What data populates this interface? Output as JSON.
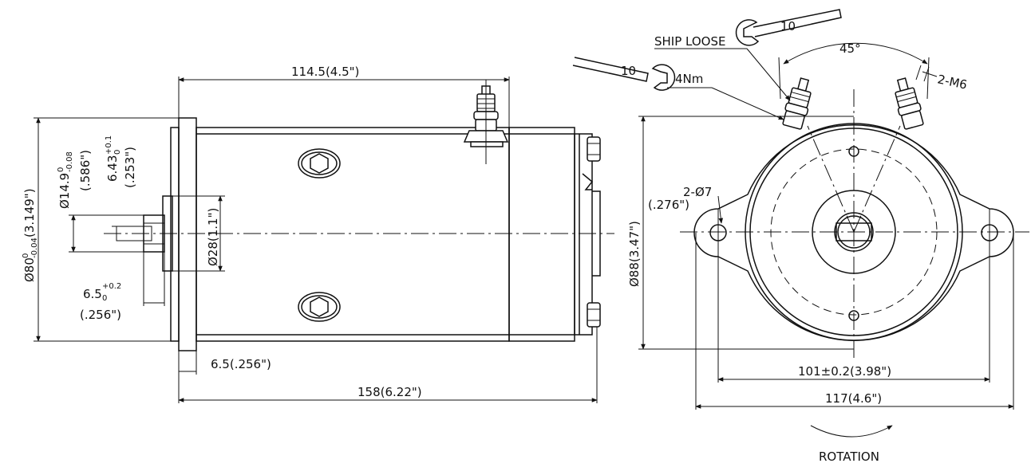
{
  "side_view": {
    "dim_length_top": "114.5(4.5\")",
    "dim_length_total": "158(6.22\")",
    "dim_flange": "6.5(.256\")",
    "dim_shaft_dia": "Ø14.9",
    "dim_shaft_dia_tol_up": "0",
    "dim_shaft_dia_tol_low": "-0.08",
    "dim_shaft_dia_in": "(.586\")",
    "dim_key": "6.43",
    "dim_key_tol_up": "+0.1",
    "dim_key_tol_low": "0",
    "dim_key_in": "(.253\")",
    "dim_pilot": "Ø28(1.1\")",
    "dim_body_dia": "Ø80",
    "dim_body_tol_up": "0",
    "dim_body_tol_low": "-0.04",
    "dim_body_in": "(3.149\")",
    "dim_shaft_len": "6.5",
    "dim_shaft_len_tol_up": "+0.2",
    "dim_shaft_len_tol_low": "0",
    "dim_shaft_len_in": "(.256\")"
  },
  "end_view": {
    "note_ship_loose": "SHIP LOOSE",
    "wrench_size_1": "10",
    "wrench_size_2": "10",
    "torque": "4Nm",
    "angle": "45°",
    "thread": "2-M6",
    "holes": "2-Ø7",
    "holes_in": "(.276\")",
    "dim_height": "Ø88(3.47\")",
    "dim_hole_spacing": "101±0.2(3.98\")",
    "dim_width": "117(4.6\")",
    "rotation_label": "ROTATION"
  }
}
